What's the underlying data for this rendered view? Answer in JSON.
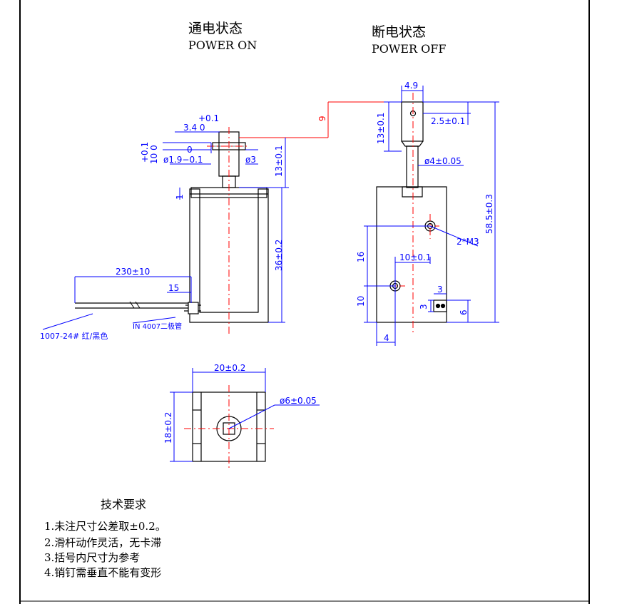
{
  "on_state": {
    "title_cn": "通电状态",
    "title_en": "POWER ON"
  },
  "off_state": {
    "title_cn": "断电状态",
    "title_en": "POWER OFF"
  },
  "dims_on": {
    "top_tol": "+0.1",
    "top_width": "3.4  0",
    "left_tol_a": "+0.1",
    "left_tol_b": "10  0",
    "pin_zero": "0",
    "pin_dia": "ø1.9−0.1",
    "rod_dia": "ø3",
    "rod_len": "13±0.1",
    "small_1": "1",
    "body_h": "36±0.2",
    "lead_len": "230±10",
    "strip_len": "15",
    "diode": "IN 4007二极管",
    "wire": "1007-24# 红/黑色"
  },
  "dims_off": {
    "plunger_w": "4.9",
    "plunger_h": "13±0.1",
    "hole_off": "2.5±0.1",
    "stroke": "9",
    "rod_dia": "ø4±0.05",
    "overall_h": "58.5±0.3",
    "mount_hole": "2*M3",
    "hole_dy": "16",
    "hole_dx": "10±0.1",
    "hole_base": "10",
    "edge_off": "4",
    "term_w": "3",
    "term_h": "3",
    "term_pos": "6"
  },
  "dims_bottom": {
    "width": "20±0.2",
    "height": "18±0.2",
    "bore": "ø6±0.05"
  },
  "requirements": {
    "heading": "技术要求",
    "items": [
      "1.未注尺寸公差取±0.2。",
      "2.滑杆动作灵活，无卡滞",
      "3.括号内尺寸为参考",
      "4.销钉需垂直不能有变形"
    ]
  },
  "colors": {
    "outline": "#000000",
    "dimension": "#0000ff",
    "centerline": "#ff0000"
  }
}
